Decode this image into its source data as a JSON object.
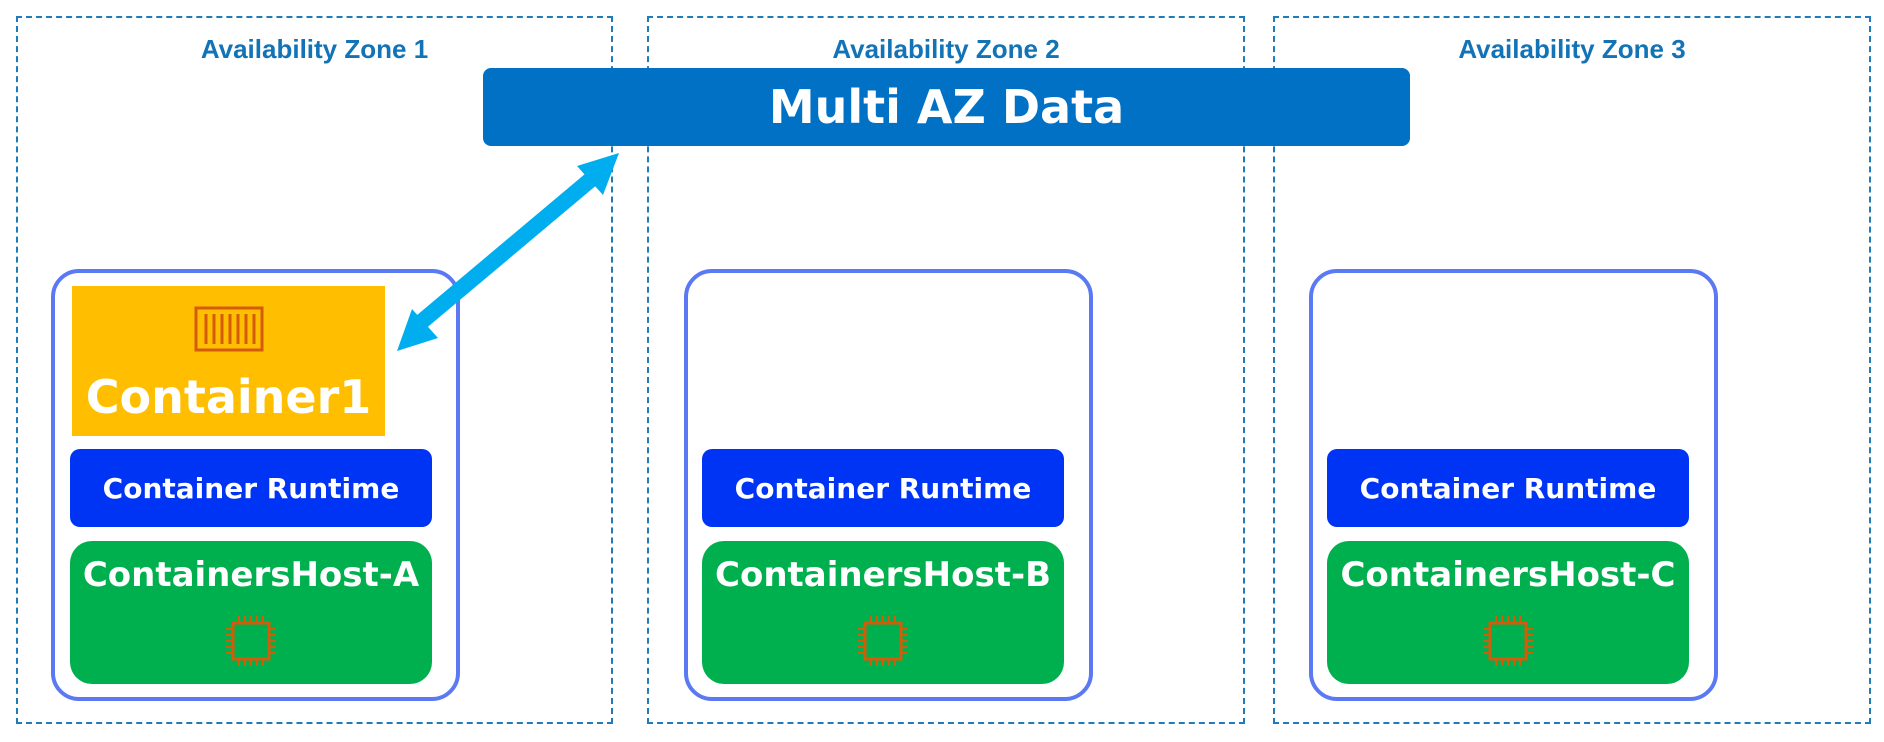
{
  "zones": [
    {
      "title": "Availability Zone 1"
    },
    {
      "title": "Availability Zone 2"
    },
    {
      "title": "Availability Zone 3"
    }
  ],
  "multi_az": {
    "label": "Multi AZ Data"
  },
  "container": {
    "label": "Container1",
    "icon": "container-icon"
  },
  "hosts": [
    {
      "runtime_label": "Container Runtime",
      "host_label": "ContainersHost-A",
      "icon": "chip-icon"
    },
    {
      "runtime_label": "Container Runtime",
      "host_label": "ContainersHost-B",
      "icon": "chip-icon"
    },
    {
      "runtime_label": "Container Runtime",
      "host_label": "ContainersHost-C",
      "icon": "chip-icon"
    }
  ],
  "colors": {
    "zone_border": "#1f7cb8",
    "multi_az": "#0071c4",
    "runtime": "#0034f5",
    "host": "#00b04e",
    "container": "#ffbf00",
    "arrow": "#00aeef",
    "frame": "#5b79f2"
  }
}
